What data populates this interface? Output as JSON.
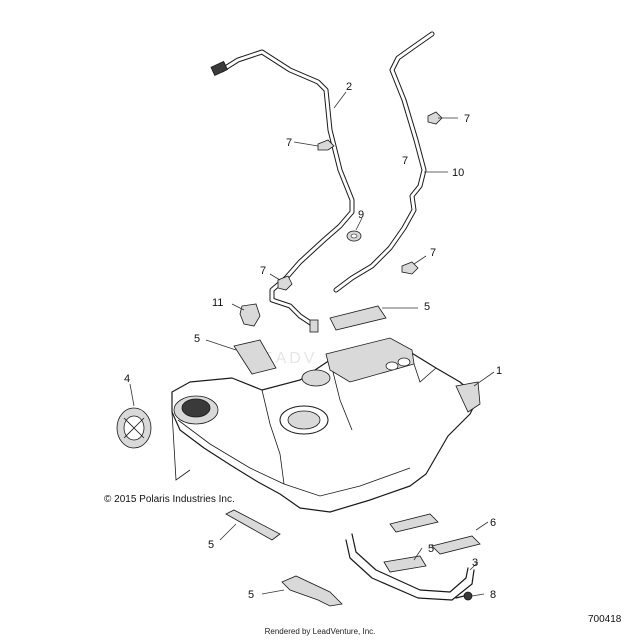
{
  "copyright": "© 2015 Polaris Industries Inc.",
  "reference_number": "700418",
  "footer_credit": "Rendered by LeadVenture, Inc.",
  "watermark": "LEADV",
  "callouts": {
    "c1": "1",
    "c2": "2",
    "c3": "3",
    "c4": "4",
    "c5a": "5",
    "c5b": "5",
    "c5c": "5",
    "c5d": "5",
    "c5e": "5",
    "c6": "6",
    "c7a": "7",
    "c7b": "7",
    "c7c": "7",
    "c7d": "7",
    "c7e": "7",
    "c8": "8",
    "c9": "9",
    "c10": "10",
    "c11": "11"
  },
  "colors": {
    "ink": "#1a1a1a",
    "background": "#ffffff",
    "watermark": "#e6e6e6"
  }
}
